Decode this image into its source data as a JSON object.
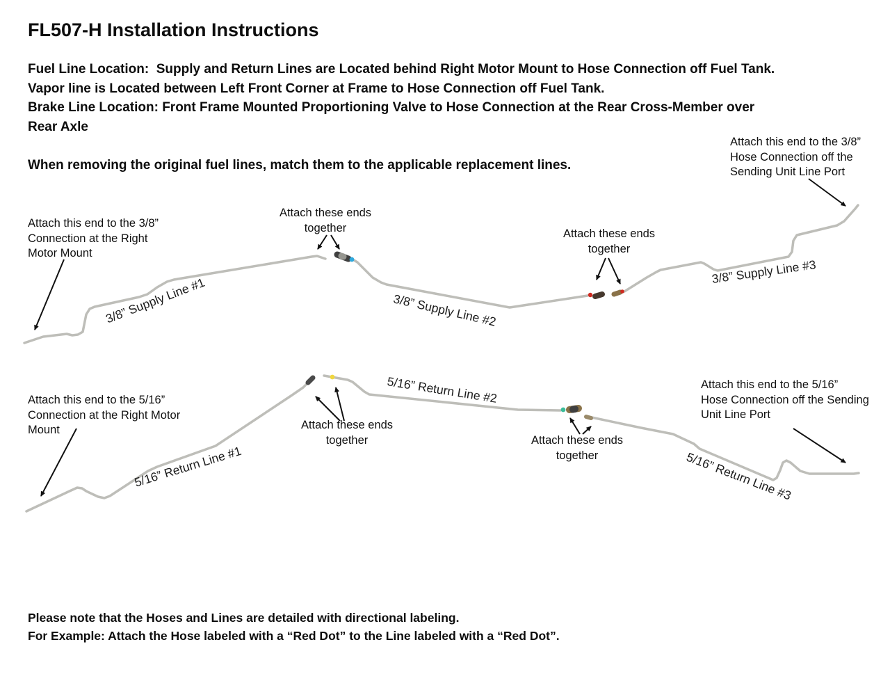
{
  "doc": {
    "title": "FL507-H Installation Instructions",
    "intro": "Fuel Line Location:  Supply and Return Lines are Located behind Right Motor Mount to Hose Connection off Fuel Tank.\nVapor line is Located between Left Front Corner at Frame to Hose Connection off Fuel Tank.\nBrake Line Location: Front Frame Mounted Proportioning Valve to Hose Connection at the Rear Cross-Member over\nRear Axle",
    "match_note": "When removing the original fuel lines, match them to the applicable replacement lines.",
    "footer": "Please note that the Hoses and Lines are detailed with directional labeling.\nFor Example: Attach the Hose labeled with a “Red Dot” to the Line labeled with a “Red Dot”."
  },
  "diagram": {
    "supply": {
      "label1": "3/8” Supply Line #1",
      "label2": "3/8” Supply Line #2",
      "label3": "3/8” Supply Line #3",
      "ann_left": "Attach this end to the 3/8”\nConnection at the Right\nMotor Mount",
      "ann_join12": "Attach these ends\ntogether",
      "ann_join23": "Attach these ends\ntogether",
      "ann_right": "Attach this end to the 3/8”\nHose Connection off the\nSending Unit Line Port"
    },
    "return": {
      "label1": "5/16” Return Line #1",
      "label2": "5/16” Return Line #2",
      "label3": "5/16” Return Line #3",
      "ann_left": "Attach this end to the 5/16”\nConnection at the Right Motor\nMount",
      "ann_join12": "Attach these ends\ntogether",
      "ann_join23": "Attach these ends\ntogether",
      "ann_right": "Attach this end to the 5/16”\nHose Connection off the Sending\nUnit Line Port"
    },
    "dot_colors": {
      "blue": "#2fa8dc",
      "red": "#cf2a20",
      "yellow": "#f0d73e",
      "green": "#3bbd9a"
    },
    "tube_color": "#bebeb9",
    "arrow_color": "#111111"
  }
}
